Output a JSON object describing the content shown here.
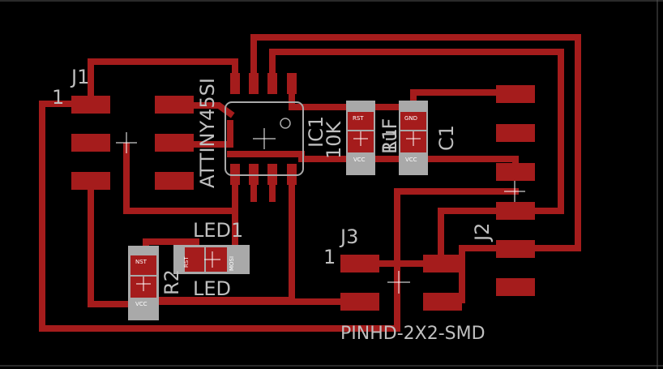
{
  "board": {
    "background": "#000000",
    "copper_color": "#a51c1c",
    "silk_color": "#a9a9a9"
  },
  "labels": {
    "j1": "J1",
    "j1_pin1": "1",
    "j2": "J2",
    "j3": "J3",
    "j3_pin1": "1",
    "ic1": "IC1",
    "attiny": "ATTINY45SI",
    "r1_value": "10K",
    "r1": "R1",
    "c1_value": "1uF",
    "c1": "C1",
    "led1": "LED1",
    "led": "LED",
    "r2": "R2",
    "pinhd": "PINHD-2X2-SMD"
  },
  "pin_labels": {
    "r1_top": "RST",
    "r1_bottom": "VCC",
    "c1_top": "GND",
    "c1_bottom": "VCC",
    "r2_top": "NST",
    "r2_bottom": "VCC",
    "led_left": "RST",
    "led_right": "MOSI"
  }
}
